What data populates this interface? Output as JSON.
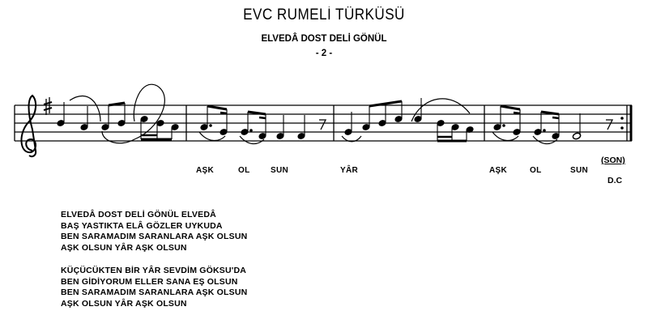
{
  "header": {
    "title": "EVC RUMELİ TÜRKÜSÜ",
    "subtitle": "ELVEDÂ DOST DELİ GÖNÜL",
    "page": "- 2 -"
  },
  "score": {
    "lyrics": [
      "AŞK",
      "OL",
      "SUN",
      "YÂR",
      "AŞK",
      "OL",
      "SUN"
    ],
    "end_label": "(SON)",
    "repeat_mark": "D.C"
  },
  "verses": [
    [
      "ELVEDÂ DOST DELİ GÖNÜL ELVEDÂ",
      "BAŞ YASTIKTA ELÂ GÖZLER UYKUDA",
      "BEN SARAMADIM SARANLARA AŞK OLSUN",
      "AŞK OLSUN YÂR AŞK OLSUN"
    ],
    [
      "KÜÇÜCÜKTEN BİR YÂR SEVDİM GÖKSU'DA",
      "BEN GİDİYORUM ELLER SANA EŞ OLSUN",
      "BEN SARAMADIM SARANLARA AŞK OLSUN",
      "AŞK OLSUN YÂR AŞK OLSUN"
    ]
  ]
}
